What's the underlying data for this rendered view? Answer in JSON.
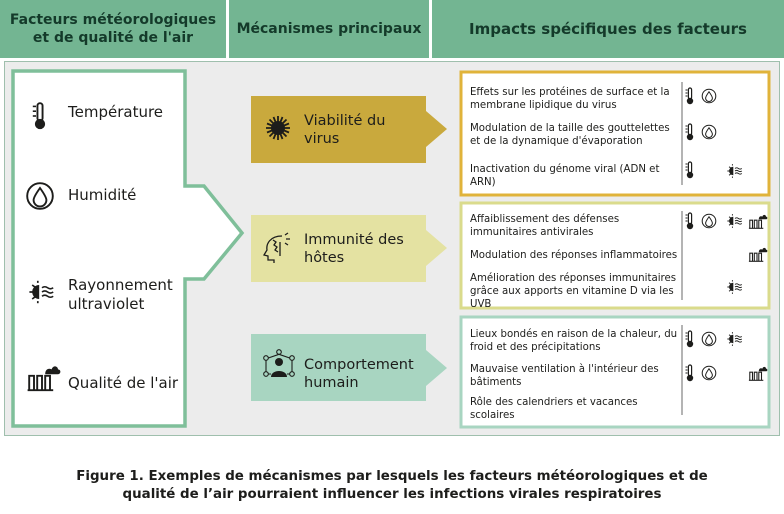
{
  "headers": {
    "factors": "Facteurs météorologiques et de qualité de l'air",
    "mechanisms": "Mécanismes principaux",
    "impacts": "Impacts spécifiques des facteurs"
  },
  "factors": [
    {
      "label": "Température",
      "icon": "thermometer-icon"
    },
    {
      "label": "Humidité",
      "icon": "water-drop-icon"
    },
    {
      "label": "Rayonnement ultraviolet",
      "icon": "uv-rays-icon"
    },
    {
      "label": "Qualité de l'air",
      "icon": "factory-icon"
    }
  ],
  "mechanisms": [
    {
      "label": "Viabilité du virus",
      "icon": "virus-icon",
      "color": "#c9a93d"
    },
    {
      "label": "Immunité des hôtes",
      "icon": "immunity-head-icon",
      "color": "#e4e2a2"
    },
    {
      "label": "Comportement humain",
      "icon": "people-network-icon",
      "color": "#a8d5c1"
    }
  ],
  "impacts": {
    "virus": [
      {
        "text": "Effets sur les protéines de surface et la membrane lipidique du virus",
        "icons": [
          "thermometer-icon",
          "water-drop-icon"
        ]
      },
      {
        "text": "Modulation de la taille des gouttelettes et de la dynamique d'évaporation",
        "icons": [
          "thermometer-icon",
          "water-drop-icon"
        ]
      },
      {
        "text": "Inactivation du génome viral (ADN et ARN)",
        "icons": [
          "thermometer-icon",
          "uv-rays-icon"
        ]
      }
    ],
    "immunity": [
      {
        "text": "Affaiblissement des défenses immunitaires antivirales",
        "icons": [
          "thermometer-icon",
          "water-drop-icon",
          "uv-rays-icon",
          "factory-icon"
        ]
      },
      {
        "text": "Modulation des réponses inflammatoires",
        "icons": [
          "factory-icon"
        ]
      },
      {
        "text": "Amélioration des réponses immunitaires grâce aux apports en vitamine D via les UVB",
        "icons": [
          "uv-rays-icon"
        ]
      }
    ],
    "behavior": [
      {
        "text": "Lieux bondés en raison de la chaleur, du froid et des précipitations",
        "icons": [
          "thermometer-icon",
          "water-drop-icon",
          "uv-rays-icon"
        ]
      },
      {
        "text": "Mauvaise ventilation à l'intérieur des bâtiments",
        "icons": [
          "thermometer-icon",
          "water-drop-icon",
          "factory-icon"
        ]
      },
      {
        "text": "Rôle des calendriers et vacances scolaires",
        "icons": []
      }
    ]
  },
  "colors": {
    "header": "#73b592",
    "factor_border": "#7fbf9a",
    "virus_border": "#e0b33a",
    "immunity_border": "#dadb8c",
    "behavior_border": "#a8d5c1"
  },
  "caption": {
    "line1": "Figure 1. Exemples de mécanismes par lesquels les facteurs météorologiques et de",
    "line2": "qualité de l’air pourraient influencer les infections virales respiratoires"
  }
}
